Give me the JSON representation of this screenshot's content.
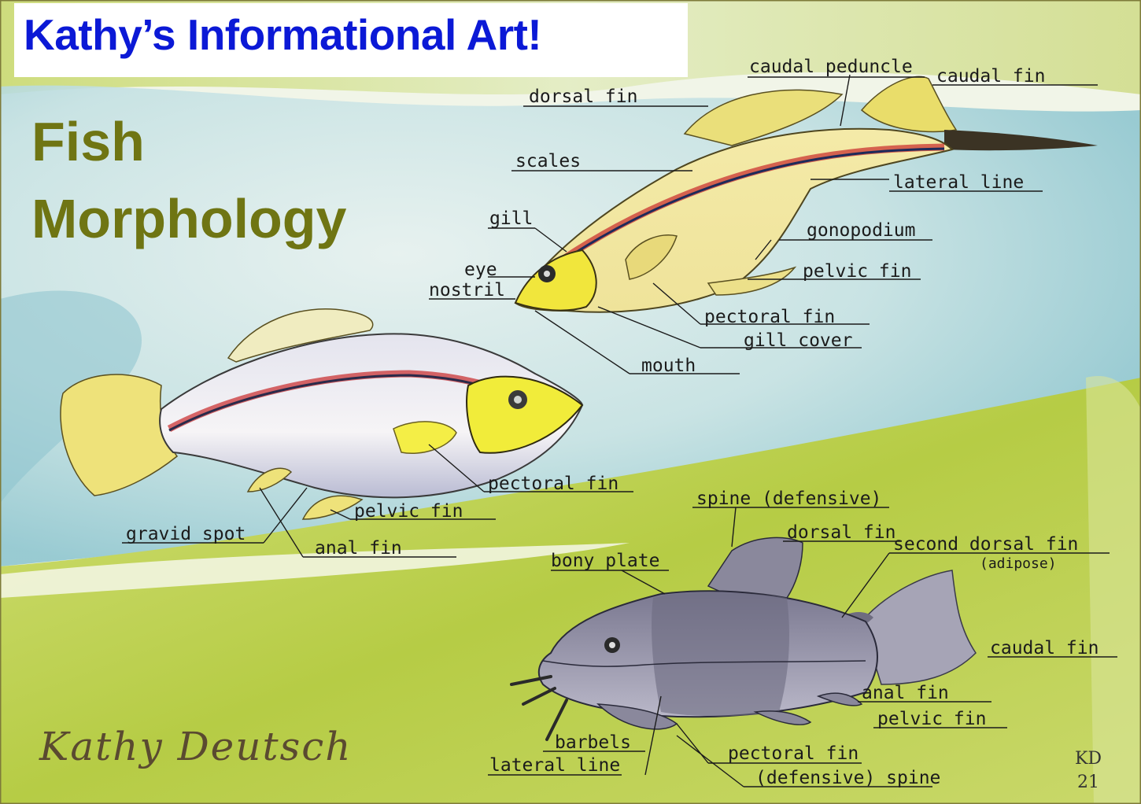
{
  "header": {
    "banner": "Kathy’s Informational Art!",
    "title_line1": "Fish",
    "title_line2": "Morphology"
  },
  "signature": "Kathy Deutsch",
  "initials": {
    "mark": "KD",
    "year": "21"
  },
  "labels": {
    "caudal_peduncle": "caudal peduncle",
    "caudal_fin_top": "caudal fin",
    "dorsal_fin_top": "dorsal fin",
    "scales": "scales",
    "lateral_line_top": "lateral line",
    "gill": "gill",
    "gonopodium": "gonopodium",
    "eye": "eye",
    "nostril": "nostril",
    "pelvic_fin_top": "pelvic fin",
    "pectoral_fin_top": "pectoral fin",
    "gill_cover": "gill cover",
    "mouth": "mouth",
    "pectoral_fin_mid": "pectoral fin",
    "pelvic_fin_mid": "pelvic fin",
    "gravid_spot": "gravid spot",
    "anal_fin_mid": "anal fin",
    "spine_defensive": "spine (defensive)",
    "dorsal_fin_cat": "dorsal fin",
    "bony_plate": "bony plate",
    "second_dorsal_fin": "second dorsal fin",
    "adipose": "(adipose)",
    "caudal_fin_cat": "caudal fin",
    "anal_fin_cat": "anal fin",
    "pelvic_fin_cat": "pelvic fin",
    "barbels": "barbels",
    "lateral_line_cat": "lateral line",
    "pectoral_fin_cat": "pectoral fin",
    "defensive_spine": "(defensive) spine"
  },
  "colors": {
    "banner_text": "#0b19d6",
    "title_text": "#6f7513",
    "wash_green": "#b8cf4a",
    "wash_blue": "#6fb8c8"
  }
}
